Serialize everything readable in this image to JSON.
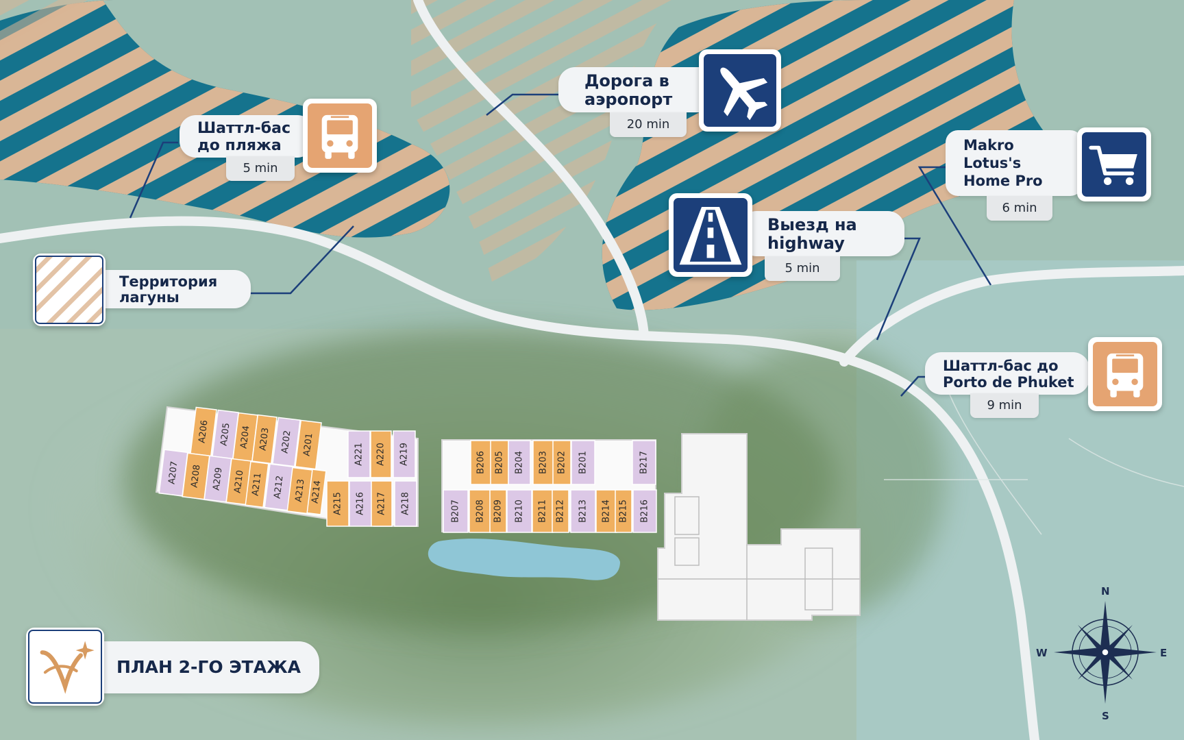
{
  "colors": {
    "navy": "#1c3f7a",
    "tan": "#e2a070",
    "lagoon": "#17738c",
    "stripe": "#d8b494",
    "road": "#eef1f2",
    "unit_purple": "#dcc8e6",
    "unit_orange": "#f0b060"
  },
  "map": {
    "callouts": {
      "beach_shuttle": {
        "line1": "Шаттл-бас",
        "line2": "до пляжа",
        "time": "5 min",
        "icon": "bus-icon"
      },
      "airport_road": {
        "line1": "Дорога в",
        "line2": "аэропорт",
        "time": "20 min",
        "icon": "airplane-icon"
      },
      "shopping": {
        "line1": "Makro",
        "line2": "Lotus's",
        "line3": "Home Pro",
        "time": "6 min",
        "icon": "shopping-cart-icon"
      },
      "highway_exit": {
        "line1": "Выезд на",
        "line2": "highway",
        "time": "5 min",
        "icon": "highway-road-icon"
      },
      "porto_shuttle": {
        "line1": "Шаттл-бас до",
        "line2": "Porto de Phuket",
        "time": "9 min",
        "icon": "bus-icon"
      }
    },
    "legend": {
      "line1": "Территория",
      "line2": "лагуны",
      "icon": "lagoon-hatch-swatch"
    },
    "plan_title": {
      "text": "ПЛАН 2-ГО ЭТАЖА",
      "logo": "brand-logo-icon"
    },
    "compass": {
      "n": "N",
      "s": "S",
      "e": "E",
      "w": "W",
      "icon": "compass-rose-icon"
    },
    "block_a_top": [
      "A206",
      "A205",
      "A204",
      "A203",
      "A202",
      "A201",
      "A221",
      "A220",
      "A219"
    ],
    "block_a_bottom": [
      "A207",
      "A208",
      "A209",
      "A210",
      "A211",
      "A212",
      "A213",
      "A214",
      "A215",
      "A216",
      "A217",
      "A218"
    ],
    "block_b_top": [
      "B206",
      "B205",
      "B204",
      "B203",
      "B202",
      "B201",
      "B217"
    ],
    "block_b_bottom": [
      "B207",
      "B208",
      "B209",
      "B210",
      "B211",
      "B212",
      "B213",
      "B214",
      "B215",
      "B216"
    ]
  }
}
